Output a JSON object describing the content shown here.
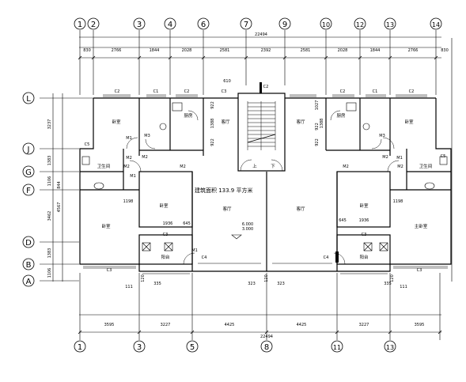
{
  "axes": {
    "top": [
      "1",
      "2",
      "3",
      "4",
      "6",
      "7",
      "9",
      "10",
      "12",
      "13",
      "14"
    ],
    "bottom": [
      "1",
      "3",
      "5",
      "8",
      "11",
      "13"
    ],
    "left": [
      "L",
      "J",
      "G",
      "F",
      "D",
      "B",
      "A"
    ]
  },
  "dims": {
    "top_overall": "22494",
    "top_segments": [
      "830",
      "2766",
      "1844",
      "2028",
      "2581",
      "2392",
      "2581",
      "2028",
      "1844",
      "2766",
      "830"
    ],
    "bottom_segments": [
      "3595",
      "3227",
      "4425",
      "4425",
      "3227",
      "3595"
    ],
    "bottom_overall": "22494",
    "left_segments": [
      "3237",
      "1383",
      "1106",
      "3462",
      "1383",
      "1106"
    ],
    "left_sub": [
      "844",
      "4567"
    ],
    "stair_width": "610",
    "misc": [
      "922",
      "1388",
      "922",
      "922",
      "1027",
      "1388",
      "922",
      "1198",
      "1198",
      "1936",
      "1936",
      "645",
      "645",
      "120",
      "335",
      "120",
      "323",
      "323",
      "120",
      "335",
      "111",
      "111"
    ]
  },
  "rooms": {
    "bedroom": "卧室",
    "master_bedroom": "主卧室",
    "living_room": "客厅",
    "kitchen": "厨房",
    "bathroom": "卫生间",
    "balcony": "阳台",
    "upper": "上",
    "down": "下"
  },
  "labels": {
    "area": "建筑面积  133.9 平方米",
    "elev_1": "6.000",
    "elev_2": "3.000"
  },
  "window_codes": [
    "C2",
    "C1",
    "C2",
    "C3",
    "C2",
    "C2",
    "C1",
    "C2",
    "C5",
    "C5",
    "C3",
    "C4",
    "C4",
    "C3",
    "C3",
    "C3",
    "M1",
    "M2",
    "M2",
    "M2",
    "M3",
    "M3",
    "M2",
    "M2",
    "M1",
    "M2",
    "M1",
    "M2",
    "M1"
  ]
}
